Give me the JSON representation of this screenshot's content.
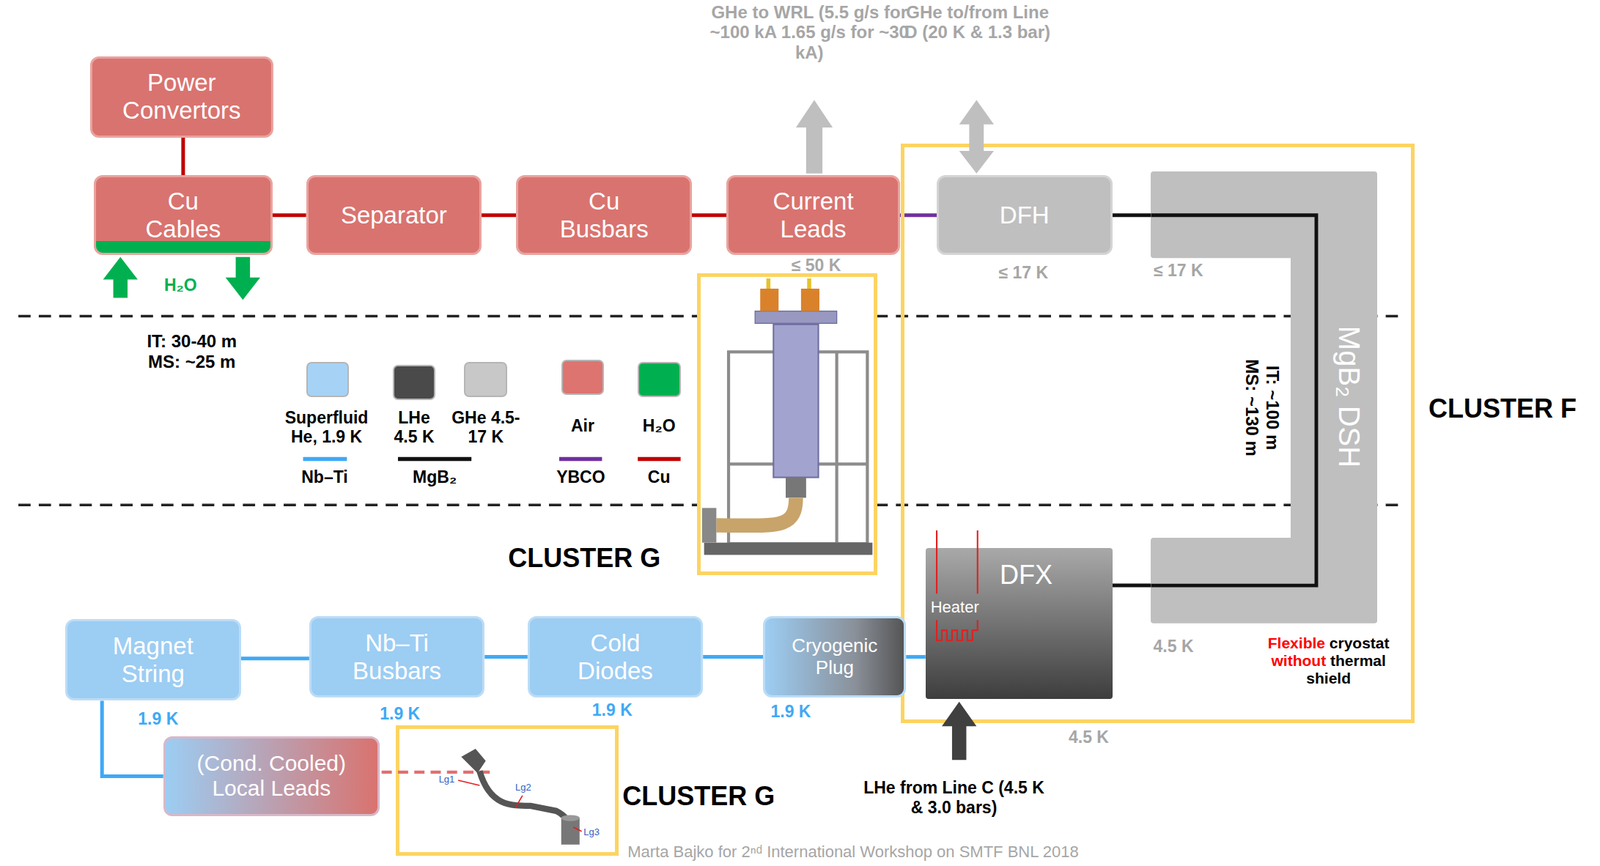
{
  "diagram": {
    "nodes": [
      {
        "text": [
          "Power Convertors"
        ]
      },
      {
        "text": [
          "Cu Cables"
        ]
      },
      {
        "text": [
          "Separator"
        ]
      },
      {
        "text": [
          "Cu Busbars"
        ]
      },
      {
        "text": [
          "Current Leads"
        ]
      },
      {
        "text": [
          "CLUSTER F"
        ]
      },
      {
        "text": [
          "DFH"
        ],
        "in": 5
      },
      {
        "text": [
          "MgB₂ DSH"
        ],
        "in": 5
      },
      {
        "text": [
          "CLUSTER G"
        ]
      },
      {
        "text": [
          "DFX"
        ],
        "in": 5
      },
      {
        "text": [
          "Magnet String"
        ]
      },
      {
        "text": [
          "Nb–Ti Busbars"
        ]
      },
      {
        "text": [
          "Cold Diodes"
        ]
      },
      {
        "text": [
          "Cryogenic Plug"
        ]
      },
      {
        "text": [
          "(Cond. Cooled) Local Leads"
        ]
      },
      {
        "text": [
          "CLUSTER G"
        ]
      }
    ],
    "edges": [
      {
        "from": 0,
        "to": 1,
        "arrow": "none"
      },
      {
        "from": 1,
        "to": 2,
        "arrow": "none"
      },
      {
        "from": 2,
        "to": 3,
        "arrow": "none"
      },
      {
        "from": 3,
        "to": 4,
        "arrow": "none"
      },
      {
        "from": 4,
        "to": 6,
        "arrow": "none"
      },
      {
        "from": 6,
        "to": 7,
        "arrow": "none"
      },
      {
        "from": 7,
        "to": 9,
        "arrow": "none"
      },
      {
        "from": 9,
        "to": 13,
        "arrow": "none"
      },
      {
        "from": 13,
        "to": 12,
        "arrow": "none"
      },
      {
        "from": 12,
        "to": 11,
        "arrow": "none"
      },
      {
        "from": 11,
        "to": 10,
        "arrow": "none"
      },
      {
        "from": 10,
        "to": 14,
        "arrow": "none"
      }
    ],
    "labels": [
      "GHe to WRL (5.5 g/s for ~100 kA 1.65 g/s for ~30 kA)",
      "GHe to/from Line D (20 K & 1.3 bar)",
      "≤ 50 K",
      "≤ 17 K",
      "≤ 17 K",
      "H₂O",
      "IT: 30-40 m MS: ~25 m",
      "IT: ~100 m MS: ~130 m",
      "Heater",
      "4.5 K",
      "4.5 K",
      "1.9 K",
      "1.9 K",
      "1.9 K",
      "1.9 K",
      "Flexible cryostat without thermal shield",
      "LHe from Line C (4.5 K & 3.0 bars)",
      "Lg1",
      "Lg2",
      "Lg3",
      "Marta Bajko for 2ⁿᵈ International Workshop on SMTF BNL 2018"
    ],
    "legend": [
      {
        "text": "Superfluid He, 1.9 K",
        "color": "#a6d3f5"
      },
      {
        "text": "LHe 4.5 K",
        "color": "#4a4a4a"
      },
      {
        "text": "GHe 4.5-17 K",
        "color": "#c8c8c8"
      },
      {
        "text": "Air",
        "color": "#dd7470"
      },
      {
        "text": "H₂O",
        "color": "#00b050"
      },
      {
        "text": "Nb–Ti"
      },
      {
        "text": "MgB₂"
      },
      {
        "text": "YBCO"
      },
      {
        "text": "Cu"
      }
    ]
  }
}
